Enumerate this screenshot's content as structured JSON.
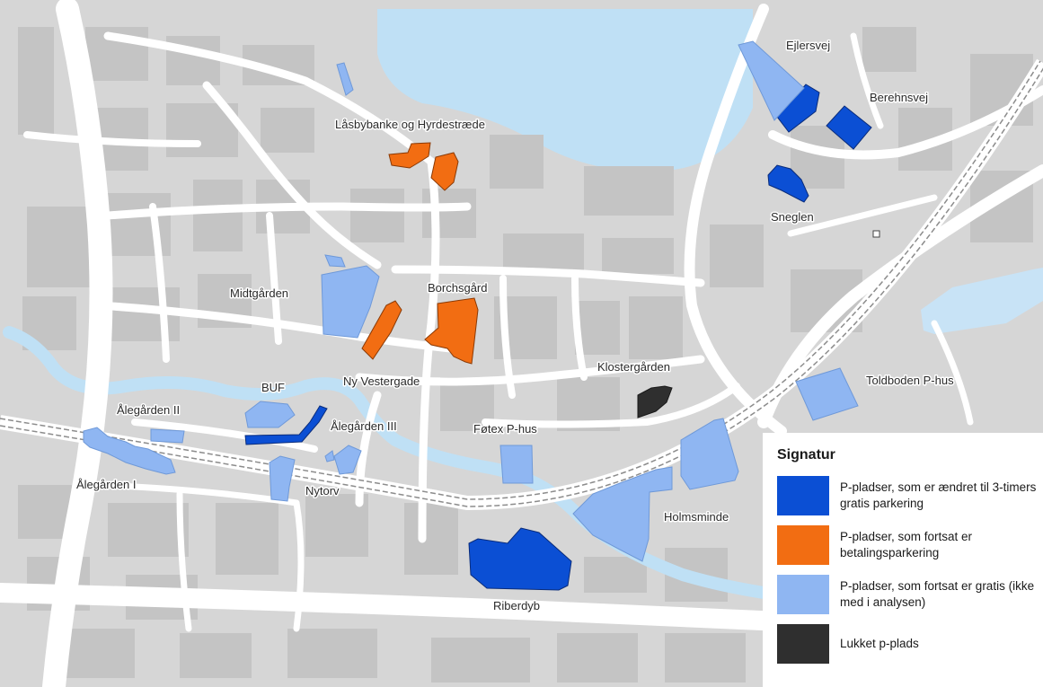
{
  "colors": {
    "background": "#d6d6d6",
    "buildings": "#c6c6c6",
    "roads": "#ffffff",
    "water": "#bfe0f5",
    "rail": "#8c8c8c",
    "category_free_3h": "#0b4fd4",
    "category_paid": "#f26d12",
    "category_free": "#8fb6f2",
    "category_closed": "#2f2f2f"
  },
  "labels": {
    "ejlersvej": "Ejlersvej",
    "berehnsvej": "Berehnsvej",
    "lasbybanke": "Låsbybanke og Hyrdestræde",
    "sneglen": "Sneglen",
    "midtgarden": "Midtgården",
    "borchsgard": "Borchsgård",
    "klostergarden": "Klostergården",
    "ny_vestergade": "Ny Vestergade",
    "buf": "BUF",
    "toldboden": "Toldboden P-hus",
    "alegarden_ii": "Ålegården II",
    "alegarden_iii": "Ålegården III",
    "fotex": "Føtex P-hus",
    "alegarden_i": "Ålegården I",
    "nytorv": "Nytorv",
    "holmsminde": "Holmsminde",
    "riberdyb": "Riberdyb"
  },
  "legend": {
    "title": "Signatur",
    "items": [
      {
        "color": "#0b4fd4",
        "text": "P-pladser, som er ændret til 3-timers gratis parkering"
      },
      {
        "color": "#f26d12",
        "text": "P-pladser, som fortsat er betalingsparkering"
      },
      {
        "color": "#8fb6f2",
        "text": "P-pladser, som fortsat er gratis (ikke med i analysen)"
      },
      {
        "color": "#2f2f2f",
        "text": "Lukket p-plads"
      }
    ]
  }
}
